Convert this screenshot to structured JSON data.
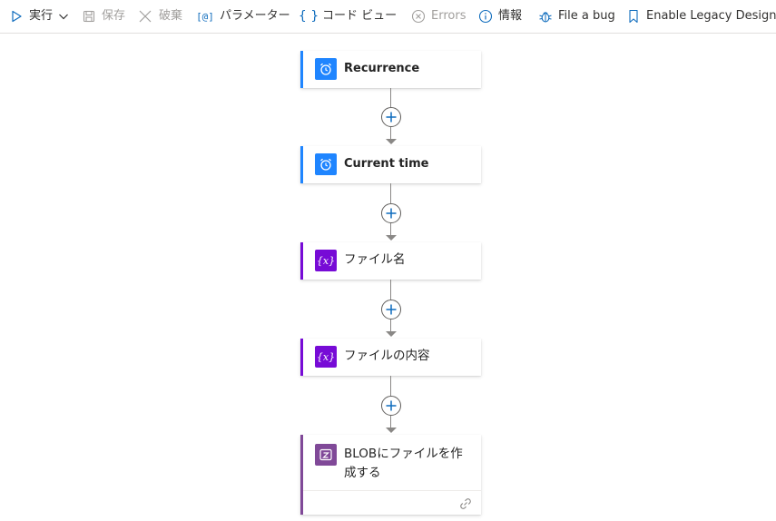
{
  "toolbar": {
    "run_label": "実行",
    "save_label": "保存",
    "discard_label": "破棄",
    "parameters_label": "パラメーター",
    "code_view_label": "コード ビュー",
    "errors_label": "Errors",
    "info_label": "情報",
    "file_bug_label": "File a bug",
    "legacy_label": "Enable Legacy Designer"
  },
  "colors": {
    "accent_blue": "#1f85ff",
    "schedule_icon_bg": "#1f85ff",
    "variable_icon_bg": "#770bd6",
    "variable_accent": "#770bd6",
    "blob_icon_bg": "#804998",
    "blob_accent": "#804998",
    "toolbar_icon": "#0f6cbd"
  },
  "flow": {
    "steps": [
      {
        "title": "Recurrence",
        "icon": "alarm-clock-icon",
        "bold": true
      },
      {
        "title": "Current time",
        "icon": "alarm-clock-icon",
        "bold": true
      },
      {
        "title": "ファイル名",
        "icon": "variable-icon",
        "bold": false
      },
      {
        "title": "ファイルの内容",
        "icon": "variable-icon",
        "bold": false
      },
      {
        "title": "BLOBにファイルを作成する",
        "icon": "blob-storage-icon",
        "bold": false
      }
    ]
  }
}
